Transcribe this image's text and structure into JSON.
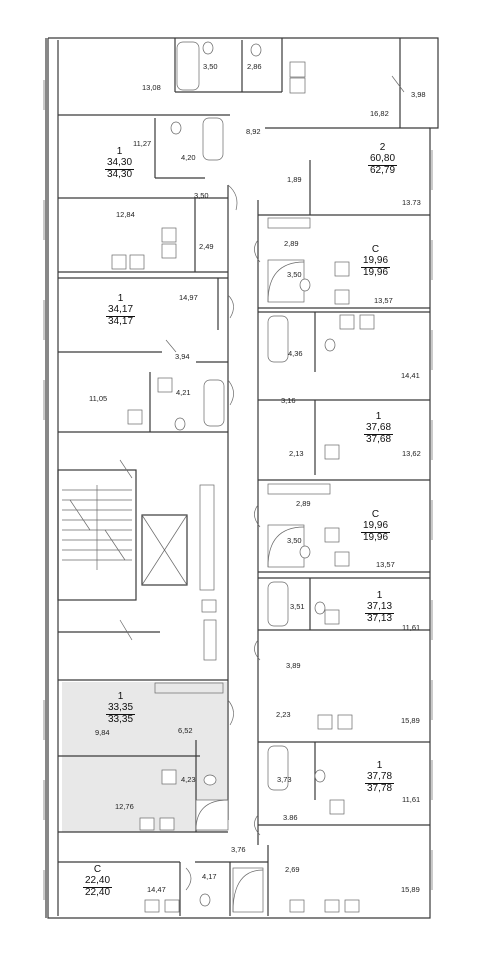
{
  "apartments": [
    {
      "id": "a1",
      "type": "1",
      "area_living": "34,30",
      "area_total": "34,30"
    },
    {
      "id": "a2",
      "type": "2",
      "area_living": "60,80",
      "area_total": "62,79"
    },
    {
      "id": "a3",
      "type": "С",
      "area_living": "19,96",
      "area_total": "19,96"
    },
    {
      "id": "a4",
      "type": "1",
      "area_living": "34,17",
      "area_total": "34,17"
    },
    {
      "id": "a5",
      "type": "1",
      "area_living": "37,68",
      "area_total": "37,68"
    },
    {
      "id": "a6",
      "type": "С",
      "area_living": "19,96",
      "area_total": "19,96"
    },
    {
      "id": "a7",
      "type": "1",
      "area_living": "37,13",
      "area_total": "37,13"
    },
    {
      "id": "a8",
      "type": "1",
      "area_living": "33,35",
      "area_total": "33,35"
    },
    {
      "id": "a9",
      "type": "1",
      "area_living": "37,78",
      "area_total": "37,78"
    },
    {
      "id": "a10",
      "type": "С",
      "area_living": "22,40",
      "area_total": "22,40"
    }
  ],
  "rooms": [
    "3,50",
    "2,86",
    "13,08",
    "3,98",
    "16,82",
    "8,92",
    "11,27",
    "4,20",
    "3,50",
    "1,89",
    "13.73",
    "12,84",
    "2,49",
    "2,89",
    "3,50",
    "13,57",
    "14,97",
    "4,36",
    "14,41",
    "3,94",
    "3,16",
    "11,05",
    "4,21",
    "2,13",
    "13,62",
    "2,89",
    "3,50",
    "13,57",
    "3,51",
    "11,61",
    "3,89",
    "2,23",
    "15,89",
    "9,84",
    "6,52",
    "4,23",
    "3,73",
    "11,61",
    "12,76",
    "3.86",
    "3,76",
    "4,17",
    "2,69",
    "14,47",
    "15,89"
  ]
}
